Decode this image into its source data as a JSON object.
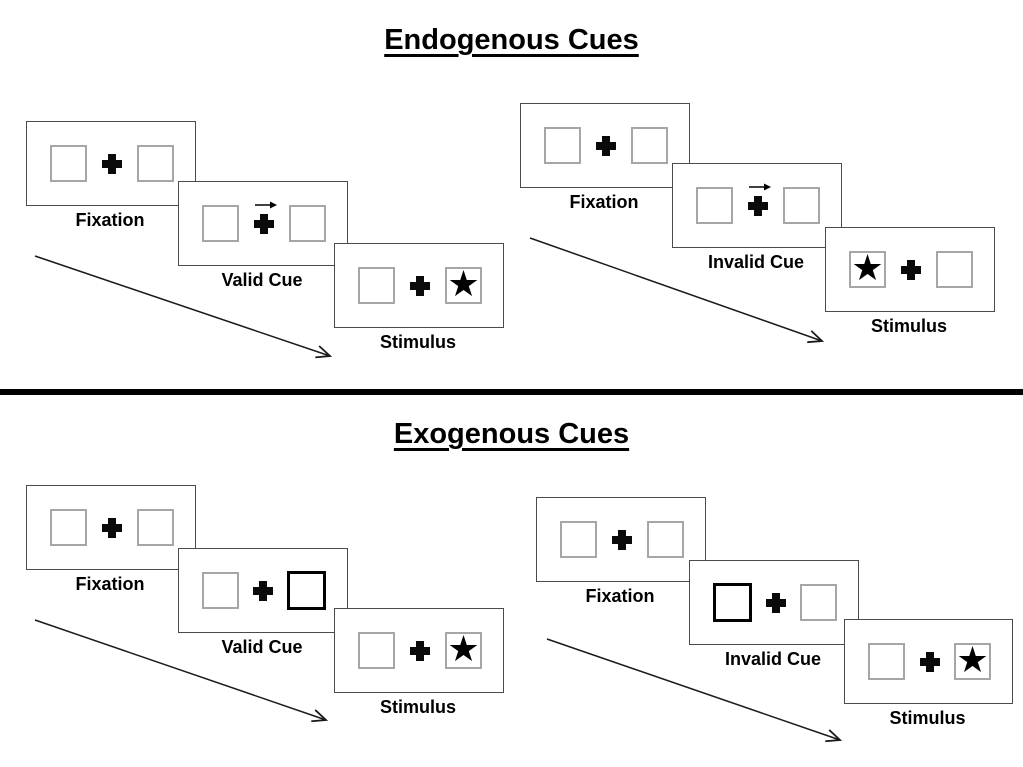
{
  "colors": {
    "background": "#ffffff",
    "ink": "#000000",
    "panel_border": "#4a4a4a",
    "box_border": "#a6a6a6",
    "highlight_border": "#000000"
  },
  "icons": {
    "fixation_cross": "✚",
    "cue_direction_arrow": "→",
    "star": "★",
    "sequence_arrow": "↘"
  },
  "sections": [
    {
      "id": "endogenous",
      "title": "Endogenous Cues",
      "groups": [
        {
          "id": "valid",
          "panels": [
            {
              "label": "Fixation",
              "left_content": "",
              "right_content": ""
            },
            {
              "label": "Valid Cue",
              "cue": "arrow-right-above-cross",
              "left_content": "",
              "right_content": ""
            },
            {
              "label": "Stimulus",
              "left_content": "",
              "right_content": "★"
            }
          ]
        },
        {
          "id": "invalid",
          "panels": [
            {
              "label": "Fixation",
              "left_content": "",
              "right_content": ""
            },
            {
              "label": "Invalid Cue",
              "cue": "arrow-right-above-cross",
              "left_content": "",
              "right_content": ""
            },
            {
              "label": "Stimulus",
              "left_content": "★",
              "right_content": ""
            }
          ]
        }
      ]
    },
    {
      "id": "exogenous",
      "title": "Exogenous Cues",
      "groups": [
        {
          "id": "valid",
          "panels": [
            {
              "label": "Fixation",
              "left_content": "",
              "right_content": ""
            },
            {
              "label": "Valid Cue",
              "cue": "highlight-right-box",
              "left_content": "",
              "right_content": ""
            },
            {
              "label": "Stimulus",
              "left_content": "",
              "right_content": "★"
            }
          ]
        },
        {
          "id": "invalid",
          "panels": [
            {
              "label": "Fixation",
              "left_content": "",
              "right_content": ""
            },
            {
              "label": "Invalid Cue",
              "cue": "highlight-left-box",
              "left_content": "",
              "right_content": ""
            },
            {
              "label": "Stimulus",
              "left_content": "",
              "right_content": "★"
            }
          ]
        }
      ]
    }
  ]
}
